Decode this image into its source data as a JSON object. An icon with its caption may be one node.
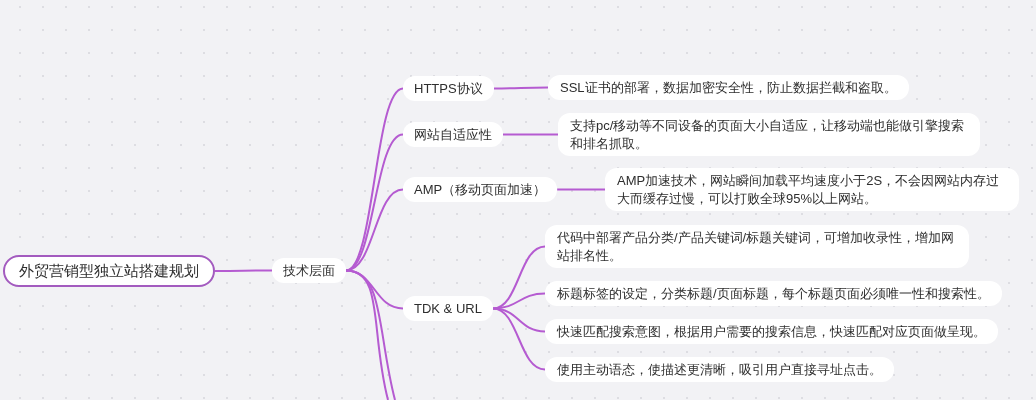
{
  "diagram": {
    "nodes": [
      {
        "text": [
          "外贸营销型独立站搭建规划"
        ]
      },
      {
        "text": [
          "技术层面"
        ]
      },
      {
        "text": [
          "HTTPS协议"
        ]
      },
      {
        "text": [
          "SSL证书的部署，数据加密安全性，防止数据拦截和盗取。"
        ]
      },
      {
        "text": [
          "网站自适应性"
        ]
      },
      {
        "text": [
          "支持pc/移动等不同设备的页面大小自适应，让移动端也能做引擎搜索和排名抓取。"
        ]
      },
      {
        "text": [
          "AMP（移动页面加速）"
        ]
      },
      {
        "text": [
          "AMP加速技术，网站瞬间加载平均速度小于2S，不会因网站内存过大而缓存过慢，可以打败全球95%以上网站。"
        ]
      },
      {
        "text": [
          "TDK & URL"
        ]
      },
      {
        "text": [
          "代码中部署产品分类/产品关键词/标题关键词，可增加收录性，增加网站排名性。"
        ]
      },
      {
        "text": [
          "标题标签的设定，分类标题/页面标题，每个标题页面必须唯一性和搜索性。"
        ]
      },
      {
        "text": [
          "快速匹配搜索意图，根据用户需要的搜索信息，快速匹配对应页面做呈现。"
        ]
      },
      {
        "text": [
          "使用主动语态，使描述更清晰，吸引用户直接寻址点击。"
        ]
      }
    ],
    "edges": [
      {
        "from": 0,
        "to": 1,
        "arrow": "none"
      },
      {
        "from": 1,
        "to": 2,
        "arrow": "none"
      },
      {
        "from": 2,
        "to": 3,
        "arrow": "none"
      },
      {
        "from": 1,
        "to": 4,
        "arrow": "none"
      },
      {
        "from": 4,
        "to": 5,
        "arrow": "none"
      },
      {
        "from": 1,
        "to": 6,
        "arrow": "none"
      },
      {
        "from": 6,
        "to": 7,
        "arrow": "none"
      },
      {
        "from": 1,
        "to": 8,
        "arrow": "none"
      },
      {
        "from": 8,
        "to": 9,
        "arrow": "none"
      },
      {
        "from": 8,
        "to": 10,
        "arrow": "none"
      },
      {
        "from": 8,
        "to": 11,
        "arrow": "none"
      },
      {
        "from": 8,
        "to": 12,
        "arrow": "none"
      },
      {
        "from": 1,
        "to": null,
        "arrow": "none"
      },
      {
        "from": 1,
        "to": null,
        "arrow": "none"
      }
    ]
  }
}
